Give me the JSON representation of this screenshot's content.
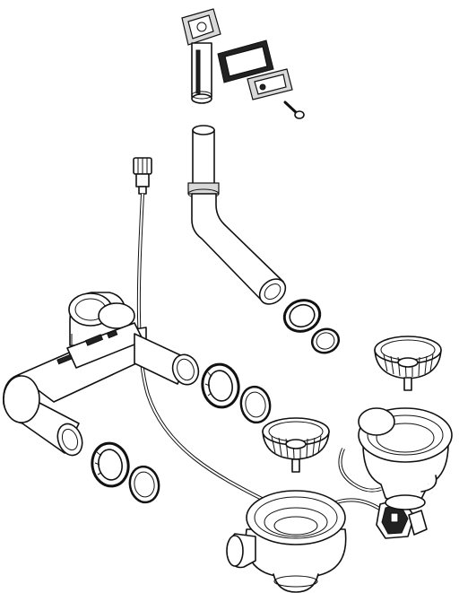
{
  "diagram": {
    "parts": [
      "overflow-cover",
      "overflow-gasket",
      "overflow-plate",
      "overflow-screw",
      "overflow-riser",
      "overflow-elbow-pipe",
      "elbow-nut",
      "elbow-seal",
      "remote-knob",
      "control-cable",
      "siphon-trap",
      "trap-nut-right",
      "trap-seal-right",
      "trap-nut-left",
      "trap-seal-left",
      "strainer-basket-upper",
      "strainer-basket-lower",
      "sink-outlet-right",
      "sink-outlet-left",
      "connector-hose"
    ],
    "colors": {
      "line": "#111111",
      "fill": "#ffffff",
      "shade": "#d9d9d9"
    }
  }
}
